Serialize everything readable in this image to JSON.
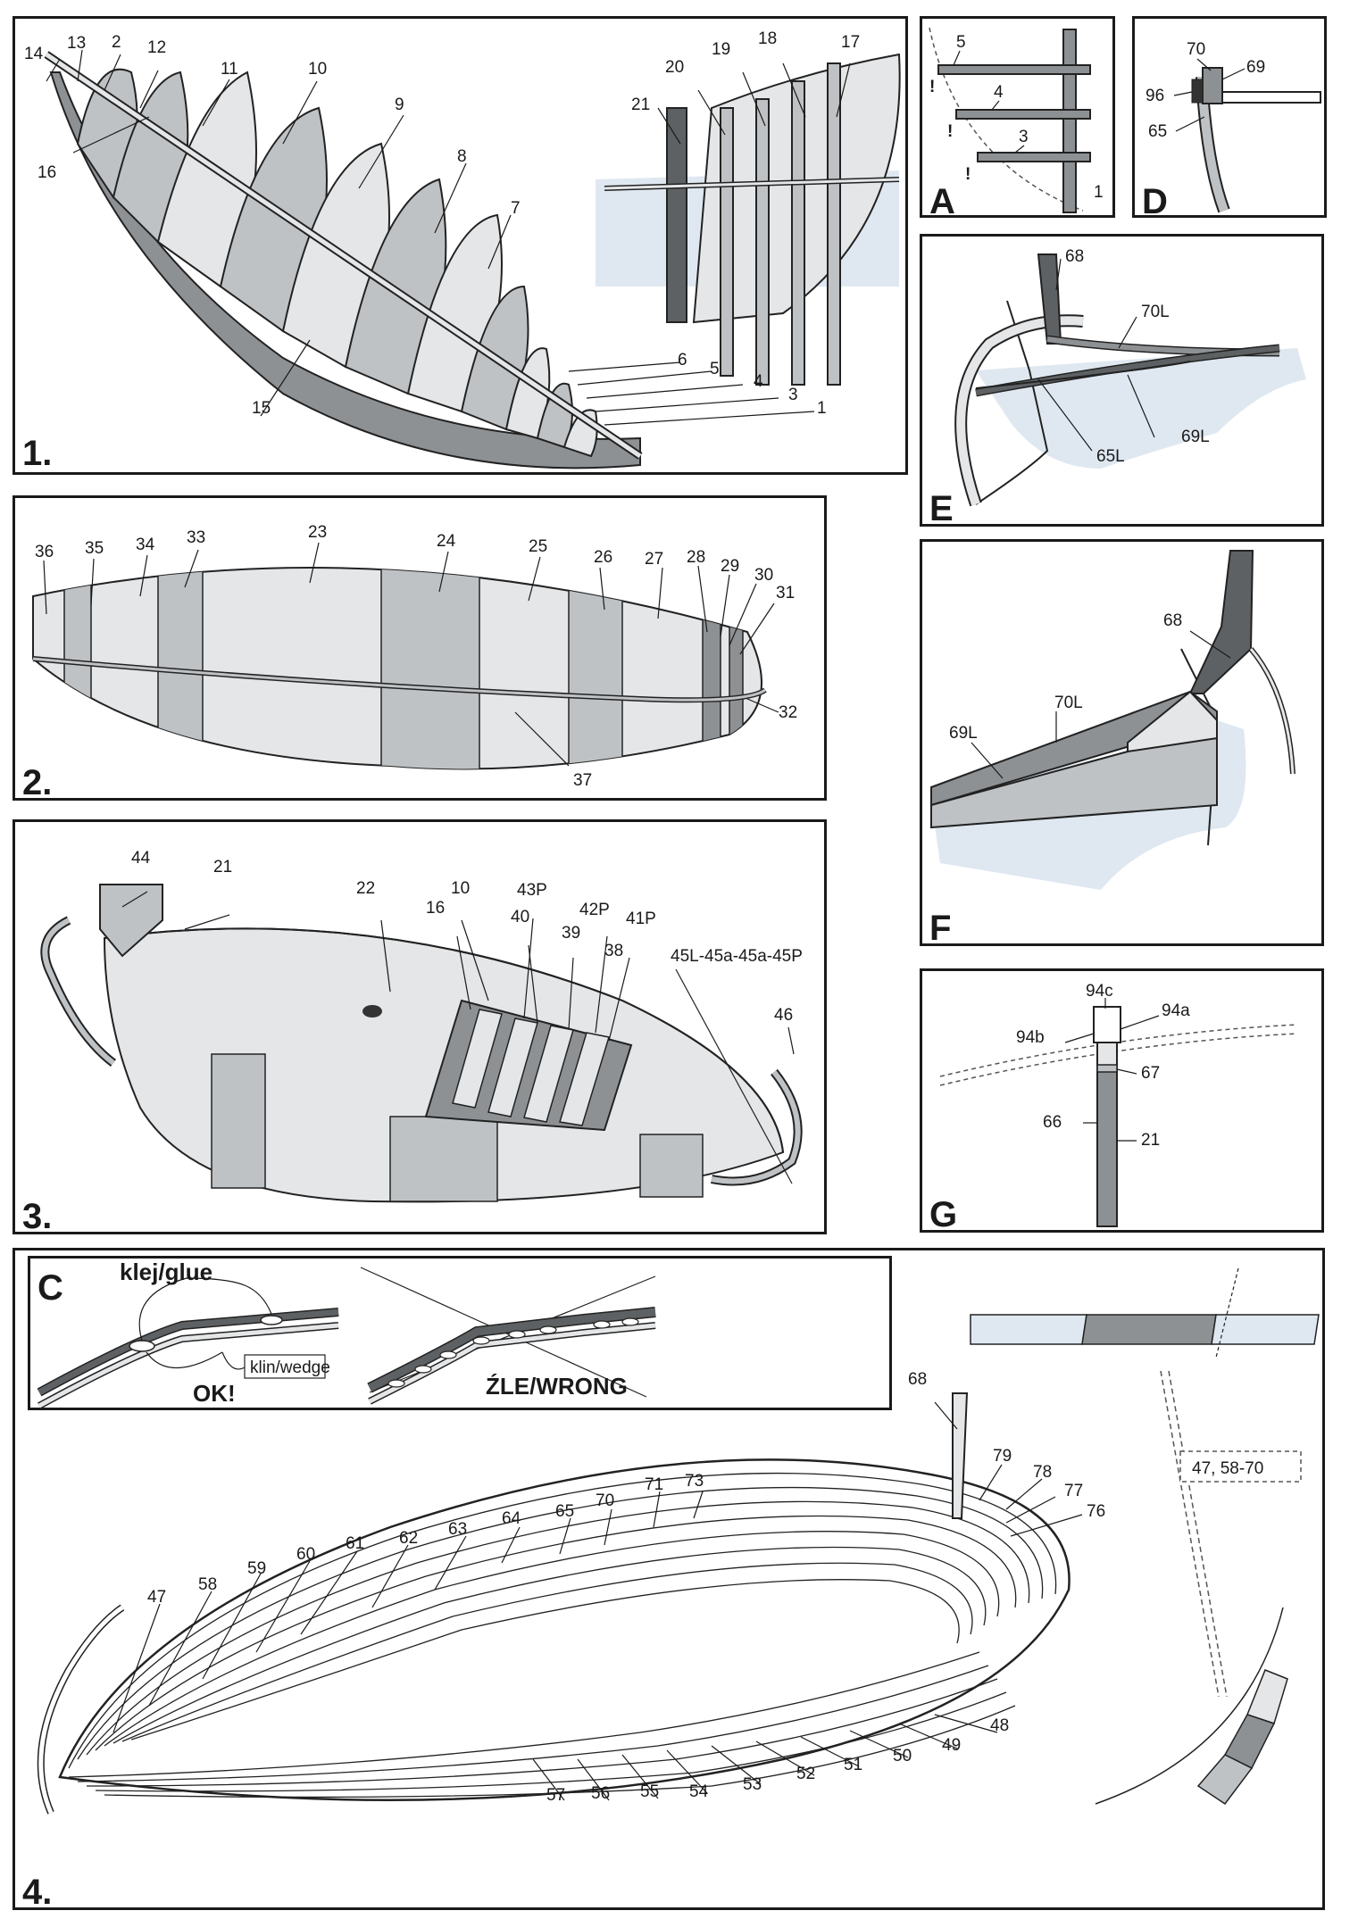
{
  "panels": {
    "p1": {
      "number": "1."
    },
    "p2": {
      "number": "2."
    },
    "p3": {
      "number": "3."
    },
    "p4": {
      "number": "4."
    },
    "pA": {
      "letter": "A"
    },
    "pC": {
      "letter": "C"
    },
    "pD": {
      "letter": "D"
    },
    "pE": {
      "letter": "E"
    },
    "pF": {
      "letter": "F"
    },
    "pG": {
      "letter": "G"
    }
  },
  "parts": {
    "p1": [
      "14",
      "13",
      "2",
      "12",
      "11",
      "10",
      "9",
      "8",
      "7",
      "16",
      "15",
      "21",
      "20",
      "19",
      "18",
      "17",
      "6",
      "5",
      "4",
      "3",
      "1"
    ],
    "p2": [
      "36",
      "35",
      "34",
      "33",
      "23",
      "24",
      "25",
      "26",
      "27",
      "28",
      "29",
      "30",
      "31",
      "32",
      "37"
    ],
    "p3": [
      "44",
      "21",
      "22",
      "10",
      "16",
      "43P",
      "40",
      "39",
      "42P",
      "38",
      "41P",
      "45L-45a-45a-45P",
      "46"
    ],
    "pA": [
      "5",
      "4",
      "3",
      "1"
    ],
    "pD": [
      "70",
      "69",
      "96",
      "65"
    ],
    "pE": [
      "68",
      "70L",
      "65L",
      "69L"
    ],
    "pF": [
      "68",
      "70L",
      "69L"
    ],
    "pG": [
      "94c",
      "94b",
      "94a",
      "67",
      "66",
      "21"
    ],
    "p4": [
      "68",
      "79",
      "78",
      "77",
      "76",
      "71",
      "73",
      "70",
      "65",
      "64",
      "63",
      "62",
      "61",
      "60",
      "59",
      "58",
      "47",
      "48",
      "49",
      "50",
      "51",
      "52",
      "53",
      "54",
      "55",
      "56",
      "57"
    ]
  },
  "marks": {
    "warn": "!"
  },
  "detail_C": {
    "glue": "klej/glue",
    "wedge": "klin/wedge",
    "ok": "OK!",
    "wrong": "ŹLE/WRONG"
  },
  "strake_range": "47, 58-70",
  "colors": {
    "light": "#e4e6e8",
    "mid": "#bfc2c5",
    "dark": "#8e9194",
    "darker": "#5e6163",
    "water": "#dfe8f1",
    "ink": "#1a1a1a"
  }
}
